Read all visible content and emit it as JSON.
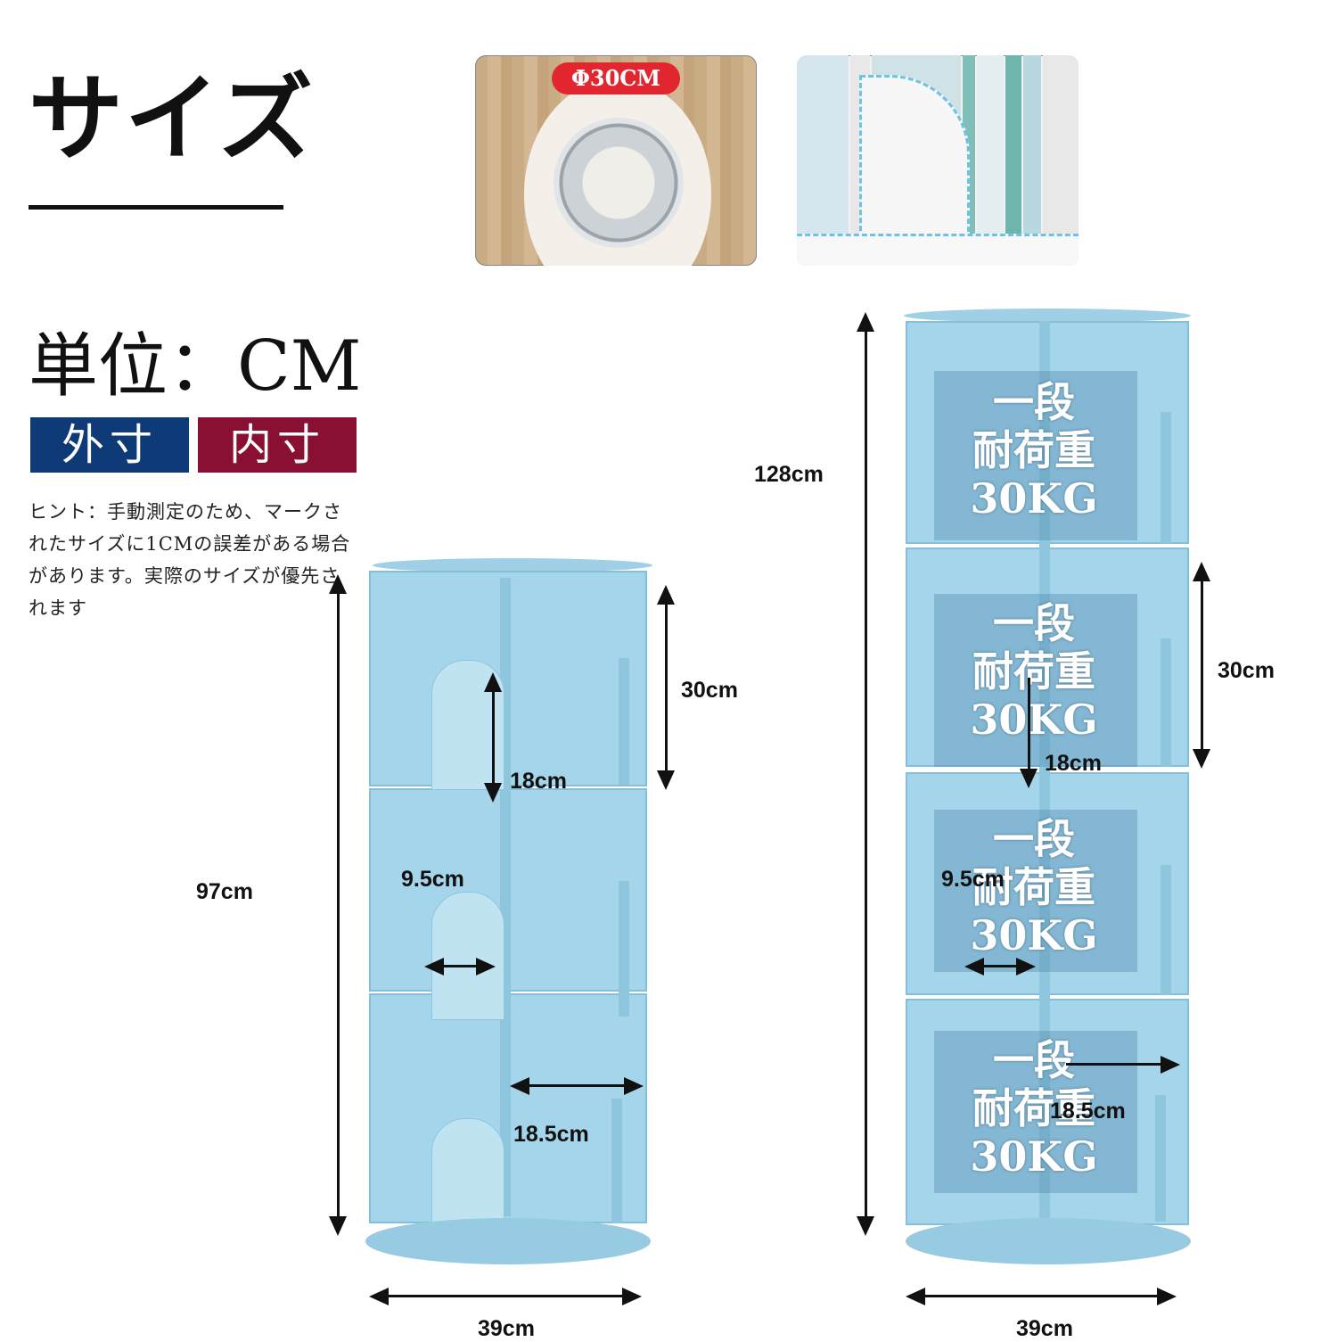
{
  "header": {
    "title": "サイズ",
    "unit": "単位：CM",
    "legend_outer": "外寸",
    "legend_inner": "内寸",
    "hint": "ヒント：手動測定のため、マークされたサイズに1CMの誤差がある場合があります。実際のサイズが優先されます"
  },
  "photos": {
    "turntable_label": "Φ30CM"
  },
  "colors": {
    "shelf": "#a5d5ea",
    "outer_badge": "#0f3a78",
    "inner_badge": "#8a1033",
    "pill": "#e2262f"
  },
  "small_shelf": {
    "height": "97cm",
    "tier_height": "30cm",
    "bookend_height": "18cm",
    "bookend_width": "9.5cm",
    "compartment_width": "18.5cm",
    "width": "39cm"
  },
  "tall_shelf": {
    "height": "128cm",
    "tier_height": "30cm",
    "bookend_height": "18cm",
    "bookend_width": "9.5cm",
    "compartment_width": "18.5cm",
    "width": "39cm",
    "load_label": "一段\n耐荷重\n30KG"
  }
}
